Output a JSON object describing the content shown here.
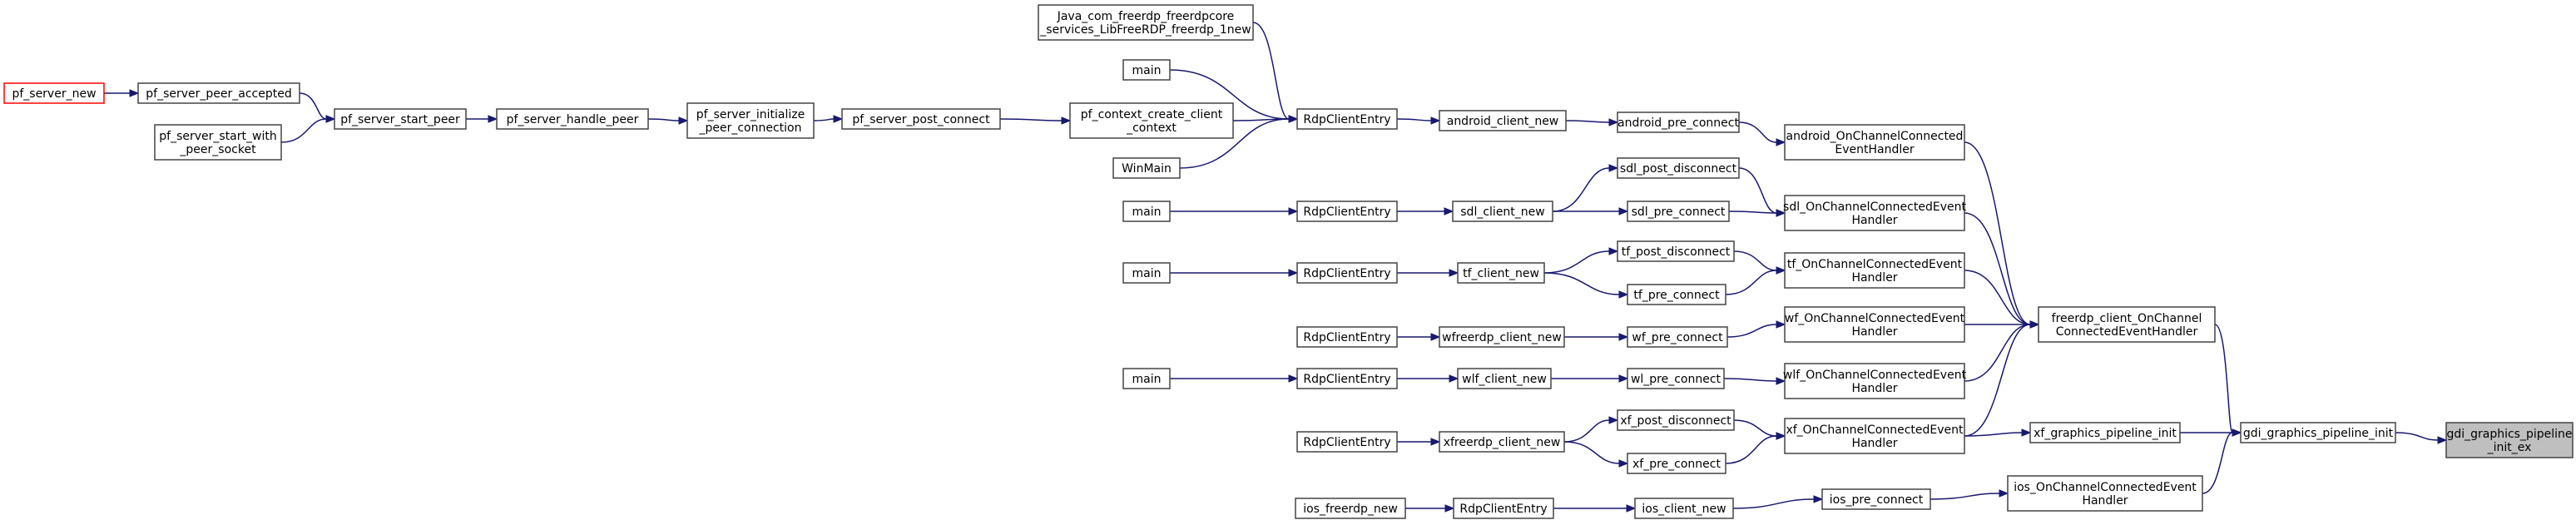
{
  "colors": {
    "edge": "#191970",
    "node_border": "#444444",
    "root_fill": "#bfbfbf",
    "highlight_border": "#ff0000"
  },
  "nodes": [
    {
      "id": "n_root",
      "lines": [
        "gdi_graphics_pipeline",
        "_init_ex"
      ],
      "kind": "root"
    },
    {
      "id": "n_gdi_init",
      "lines": [
        "gdi_graphics_pipeline_init"
      ]
    },
    {
      "id": "n_fcocceh",
      "lines": [
        "freerdp_client_OnChannel",
        "ConnectedEventHandler"
      ]
    },
    {
      "id": "n_xf_gpi",
      "lines": [
        "xf_graphics_pipeline_init"
      ]
    },
    {
      "id": "n_ios_occeh",
      "lines": [
        "ios_OnChannelConnectedEvent",
        "Handler"
      ]
    },
    {
      "id": "n_and_occeh",
      "lines": [
        "android_OnChannelConnected",
        "EventHandler"
      ]
    },
    {
      "id": "n_sdl_occeh",
      "lines": [
        "sdl_OnChannelConnectedEvent",
        "Handler"
      ]
    },
    {
      "id": "n_tf_occeh",
      "lines": [
        "tf_OnChannelConnectedEvent",
        "Handler"
      ]
    },
    {
      "id": "n_wf_occeh",
      "lines": [
        "wf_OnChannelConnectedEvent",
        "Handler"
      ]
    },
    {
      "id": "n_wlf_occeh",
      "lines": [
        "wlf_OnChannelConnectedEvent",
        "Handler"
      ]
    },
    {
      "id": "n_xf_occeh",
      "lines": [
        "xf_OnChannelConnectedEvent",
        "Handler"
      ]
    },
    {
      "id": "n_ios_pre",
      "lines": [
        "ios_pre_connect"
      ]
    },
    {
      "id": "n_and_pre",
      "lines": [
        "android_pre_connect"
      ]
    },
    {
      "id": "n_sdl_post",
      "lines": [
        "sdl_post_disconnect"
      ]
    },
    {
      "id": "n_sdl_pre",
      "lines": [
        "sdl_pre_connect"
      ]
    },
    {
      "id": "n_tf_post",
      "lines": [
        "tf_post_disconnect"
      ]
    },
    {
      "id": "n_tf_pre",
      "lines": [
        "tf_pre_connect"
      ]
    },
    {
      "id": "n_wf_pre",
      "lines": [
        "wf_pre_connect"
      ]
    },
    {
      "id": "n_wl_pre",
      "lines": [
        "wl_pre_connect"
      ]
    },
    {
      "id": "n_xf_post",
      "lines": [
        "xf_post_disconnect"
      ]
    },
    {
      "id": "n_xf_pre",
      "lines": [
        "xf_pre_connect"
      ]
    },
    {
      "id": "n_ios_cn",
      "lines": [
        "ios_client_new"
      ]
    },
    {
      "id": "n_and_cn",
      "lines": [
        "android_client_new"
      ]
    },
    {
      "id": "n_sdl_cn",
      "lines": [
        "sdl_client_new"
      ]
    },
    {
      "id": "n_tf_cn",
      "lines": [
        "tf_client_new"
      ]
    },
    {
      "id": "n_wf_cn",
      "lines": [
        "wfreerdp_client_new"
      ]
    },
    {
      "id": "n_wlf_cn",
      "lines": [
        "wlf_client_new"
      ]
    },
    {
      "id": "n_xf_cn",
      "lines": [
        "xfreerdp_client_new"
      ]
    },
    {
      "id": "n_rce_top",
      "lines": [
        "RdpClientEntry"
      ]
    },
    {
      "id": "n_rce_sdl",
      "lines": [
        "RdpClientEntry"
      ]
    },
    {
      "id": "n_rce_tf",
      "lines": [
        "RdpClientEntry"
      ]
    },
    {
      "id": "n_rce_wf",
      "lines": [
        "RdpClientEntry"
      ]
    },
    {
      "id": "n_rce_wlf",
      "lines": [
        "RdpClientEntry"
      ]
    },
    {
      "id": "n_rce_xf",
      "lines": [
        "RdpClientEntry"
      ]
    },
    {
      "id": "n_rce_ios",
      "lines": [
        "RdpClientEntry"
      ]
    },
    {
      "id": "n_ios_fn",
      "lines": [
        "ios_freerdp_new"
      ]
    },
    {
      "id": "n_java",
      "lines": [
        "Java_com_freerdp_freerdpcore",
        "_services_LibFreeRDP_freerdp_1new"
      ]
    },
    {
      "id": "n_main_top",
      "lines": [
        "main"
      ]
    },
    {
      "id": "n_pf_ccc",
      "lines": [
        "pf_context_create_client",
        "_context"
      ]
    },
    {
      "id": "n_winmain",
      "lines": [
        "WinMain"
      ]
    },
    {
      "id": "n_main_sdl",
      "lines": [
        "main"
      ]
    },
    {
      "id": "n_main_tf",
      "lines": [
        "main"
      ]
    },
    {
      "id": "n_main_wlf",
      "lines": [
        "main"
      ]
    },
    {
      "id": "n_pf_spc",
      "lines": [
        "pf_server_post_connect"
      ]
    },
    {
      "id": "n_pf_sipc",
      "lines": [
        "pf_server_initialize",
        "_peer_connection"
      ]
    },
    {
      "id": "n_pf_shp",
      "lines": [
        "pf_server_handle_peer"
      ]
    },
    {
      "id": "n_pf_ssp",
      "lines": [
        "pf_server_start_peer"
      ]
    },
    {
      "id": "n_pf_spa",
      "lines": [
        "pf_server_peer_accepted"
      ]
    },
    {
      "id": "n_pf_sswps",
      "lines": [
        "pf_server_start_with",
        "_peer_socket"
      ]
    },
    {
      "id": "n_pf_sn",
      "lines": [
        "pf_server_new"
      ],
      "kind": "highlight"
    }
  ],
  "edges": [
    [
      "n_gdi_init",
      "n_root"
    ],
    [
      "n_fcocceh",
      "n_gdi_init"
    ],
    [
      "n_xf_gpi",
      "n_gdi_init"
    ],
    [
      "n_ios_occeh",
      "n_gdi_init"
    ],
    [
      "n_xf_occeh",
      "n_xf_gpi"
    ],
    [
      "n_and_occeh",
      "n_fcocceh"
    ],
    [
      "n_sdl_occeh",
      "n_fcocceh"
    ],
    [
      "n_tf_occeh",
      "n_fcocceh"
    ],
    [
      "n_wf_occeh",
      "n_fcocceh"
    ],
    [
      "n_wlf_occeh",
      "n_fcocceh"
    ],
    [
      "n_xf_occeh",
      "n_fcocceh"
    ],
    [
      "n_ios_pre",
      "n_ios_occeh"
    ],
    [
      "n_and_pre",
      "n_and_occeh"
    ],
    [
      "n_sdl_post",
      "n_sdl_occeh"
    ],
    [
      "n_sdl_pre",
      "n_sdl_occeh"
    ],
    [
      "n_tf_post",
      "n_tf_occeh"
    ],
    [
      "n_tf_pre",
      "n_tf_occeh"
    ],
    [
      "n_wf_pre",
      "n_wf_occeh"
    ],
    [
      "n_wl_pre",
      "n_wlf_occeh"
    ],
    [
      "n_xf_post",
      "n_xf_occeh"
    ],
    [
      "n_xf_pre",
      "n_xf_occeh"
    ],
    [
      "n_ios_cn",
      "n_ios_pre"
    ],
    [
      "n_and_cn",
      "n_and_pre"
    ],
    [
      "n_sdl_cn",
      "n_sdl_post"
    ],
    [
      "n_sdl_cn",
      "n_sdl_pre"
    ],
    [
      "n_tf_cn",
      "n_tf_post"
    ],
    [
      "n_tf_cn",
      "n_tf_pre"
    ],
    [
      "n_wf_cn",
      "n_wf_pre"
    ],
    [
      "n_wlf_cn",
      "n_wl_pre"
    ],
    [
      "n_xf_cn",
      "n_xf_post"
    ],
    [
      "n_xf_cn",
      "n_xf_pre"
    ],
    [
      "n_rce_top",
      "n_and_cn"
    ],
    [
      "n_rce_sdl",
      "n_sdl_cn"
    ],
    [
      "n_rce_tf",
      "n_tf_cn"
    ],
    [
      "n_rce_wf",
      "n_wf_cn"
    ],
    [
      "n_rce_wlf",
      "n_wlf_cn"
    ],
    [
      "n_rce_xf",
      "n_xf_cn"
    ],
    [
      "n_rce_ios",
      "n_ios_cn"
    ],
    [
      "n_ios_fn",
      "n_rce_ios"
    ],
    [
      "n_java",
      "n_rce_top"
    ],
    [
      "n_main_top",
      "n_rce_top"
    ],
    [
      "n_pf_ccc",
      "n_rce_top"
    ],
    [
      "n_winmain",
      "n_rce_top"
    ],
    [
      "n_main_sdl",
      "n_rce_sdl"
    ],
    [
      "n_main_tf",
      "n_rce_tf"
    ],
    [
      "n_main_wlf",
      "n_rce_wlf"
    ],
    [
      "n_pf_spc",
      "n_pf_ccc"
    ],
    [
      "n_pf_sipc",
      "n_pf_spc"
    ],
    [
      "n_pf_shp",
      "n_pf_sipc"
    ],
    [
      "n_pf_ssp",
      "n_pf_shp"
    ],
    [
      "n_pf_spa",
      "n_pf_ssp"
    ],
    [
      "n_pf_sswps",
      "n_pf_ssp"
    ],
    [
      "n_pf_sn",
      "n_pf_spa"
    ]
  ]
}
